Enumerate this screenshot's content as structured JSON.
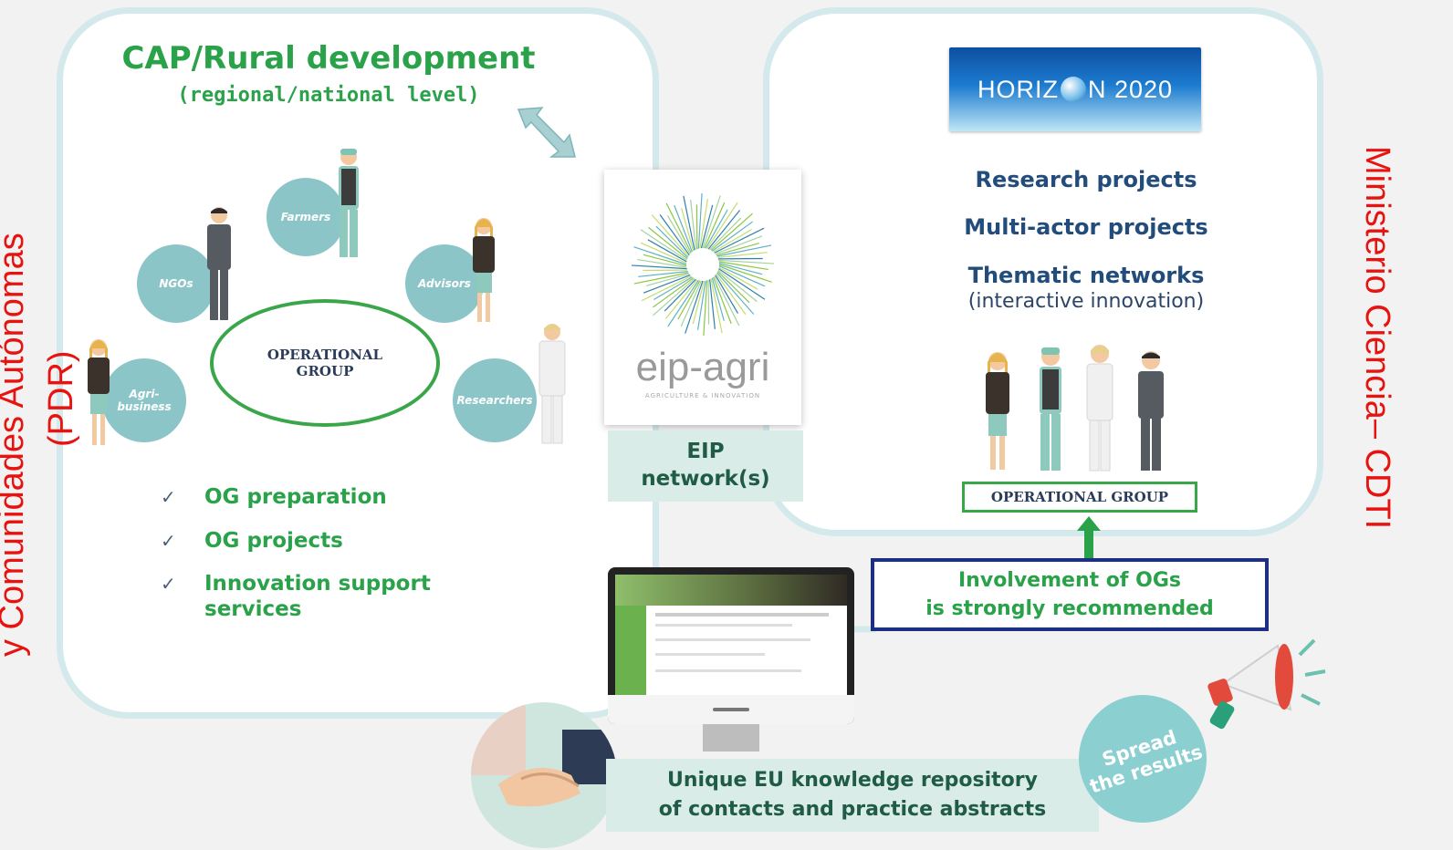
{
  "left_panel": {
    "title": "CAP/Rural development",
    "subtitle": "(regional/national level)",
    "actors": [
      "Farmers",
      "NGOs",
      "Advisors",
      "Agri-\nbusiness",
      "Researchers"
    ],
    "og_label": "OPERATIONAL\nGROUP",
    "checklist": [
      "OG preparation",
      "OG projects",
      "Innovation support services"
    ],
    "check_mark": "✓"
  },
  "eip": {
    "logo_text": "eip-agri",
    "logo_tagline": "AGRICULTURE & INNOVATION",
    "network_label": "EIP\nnetwork(s)"
  },
  "right_panel": {
    "horizon_left": "HORIZ",
    "horizon_right": "N 2020",
    "items": [
      "Research projects",
      "Multi-actor projects",
      "Thematic networks"
    ],
    "items_note": "(interactive innovation)",
    "og_bar_label": "OPERATIONAL GROUP",
    "involvement": [
      "Involvement of OGs",
      "is strongly recommended"
    ]
  },
  "bottom": {
    "repository": [
      "Unique EU knowledge repository",
      "of contacts and practice abstracts"
    ],
    "spread": [
      "Spread",
      "the results"
    ]
  },
  "overlays": {
    "left_side_text": "y Comunidades Autónomas",
    "left_side_sub": "(PDR)",
    "right_side_text": "Ministerio Ciencia– CDTI"
  },
  "colors": {
    "panel_border": "#d3e9ec",
    "green": "#2aa24a",
    "navy": "#224c7b",
    "bubble": "#8cc5c8",
    "red_overlay": "#e8130e"
  }
}
